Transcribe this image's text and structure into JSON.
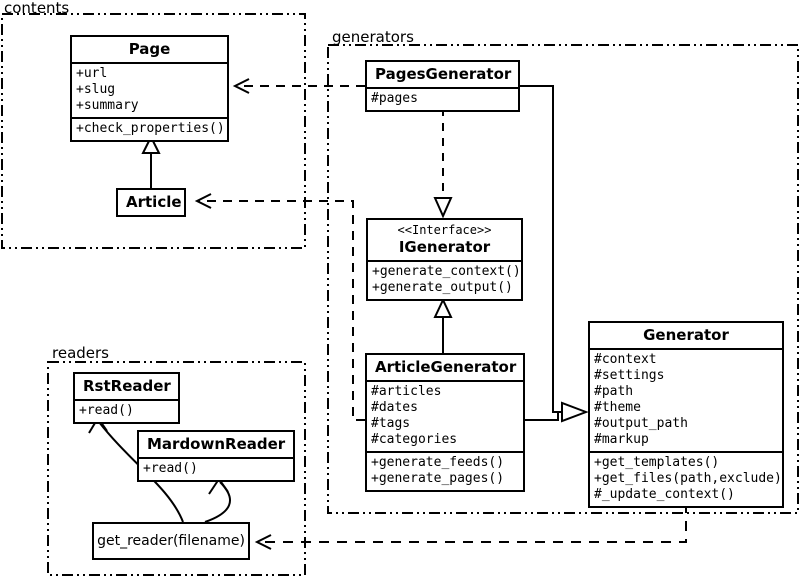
{
  "packages": {
    "contents": {
      "label": "contents"
    },
    "generators": {
      "label": "generators"
    },
    "readers": {
      "label": "readers"
    }
  },
  "classes": {
    "page": {
      "title": "Page",
      "attributes": [
        "+url",
        "+slug",
        "+summary"
      ],
      "methods": [
        "+check_properties()"
      ]
    },
    "article": {
      "title": "Article"
    },
    "pages_generator": {
      "title": "PagesGenerator",
      "attributes": [
        "#pages"
      ]
    },
    "igenerator": {
      "stereotype": "<<Interface>>",
      "title": "IGenerator",
      "methods": [
        "+generate_context()",
        "+generate_output()"
      ]
    },
    "article_generator": {
      "title": "ArticleGenerator",
      "attributes": [
        "#articles",
        "#dates",
        "#tags",
        "#categories"
      ],
      "methods": [
        "+generate_feeds()",
        "+generate_pages()"
      ]
    },
    "generator": {
      "title": "Generator",
      "attributes": [
        "#context",
        "#settings",
        "#path",
        "#theme",
        "#output_path",
        "#markup"
      ],
      "methods": [
        "+get_templates()",
        "+get_files(path,exclude)",
        "#_update_context()"
      ]
    },
    "rst_reader": {
      "title": "RstReader",
      "methods": [
        "+read()"
      ]
    },
    "markdown_reader": {
      "title": "MardownReader",
      "methods": [
        "+read()"
      ]
    },
    "get_reader": {
      "label": "get_reader(filename)"
    }
  },
  "colors": {
    "stroke": "#000000",
    "background": "#ffffff"
  }
}
